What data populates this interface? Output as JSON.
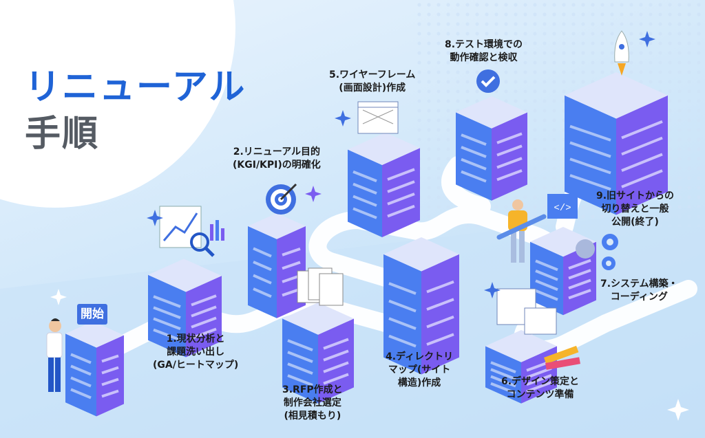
{
  "title": {
    "line1": "リニューアル",
    "line2": "手順"
  },
  "start_sign": "開始",
  "steps": [
    {
      "label": "1.現状分析と\n課題洗い出し\n(GA/ヒートマップ)"
    },
    {
      "label": "2.リニューアル目的\n(KGI/KPI)の明確化"
    },
    {
      "label": "3.RFP作成と\n制作会社選定\n(相見積もり)"
    },
    {
      "label": "4.ディレクトリ\nマップ(サイト\n構造)作成"
    },
    {
      "label": "5.ワイヤーフレーム\n(画面設計)作成"
    },
    {
      "label": "6.デザイン策定と\nコンテンツ準備"
    },
    {
      "label": "7.システム構築・\nコーディング"
    },
    {
      "label": "8.テスト環境での\n動作確認と検収"
    },
    {
      "label": "9.旧サイトからの\n切り替えと一般\n公開(終了)"
    }
  ],
  "colors": {
    "title_blue": "#1f63d6",
    "face_left": "#4a7ef0",
    "face_right": "#7a5cf0",
    "top": "#dfe5fb",
    "road": "#ffffff"
  }
}
